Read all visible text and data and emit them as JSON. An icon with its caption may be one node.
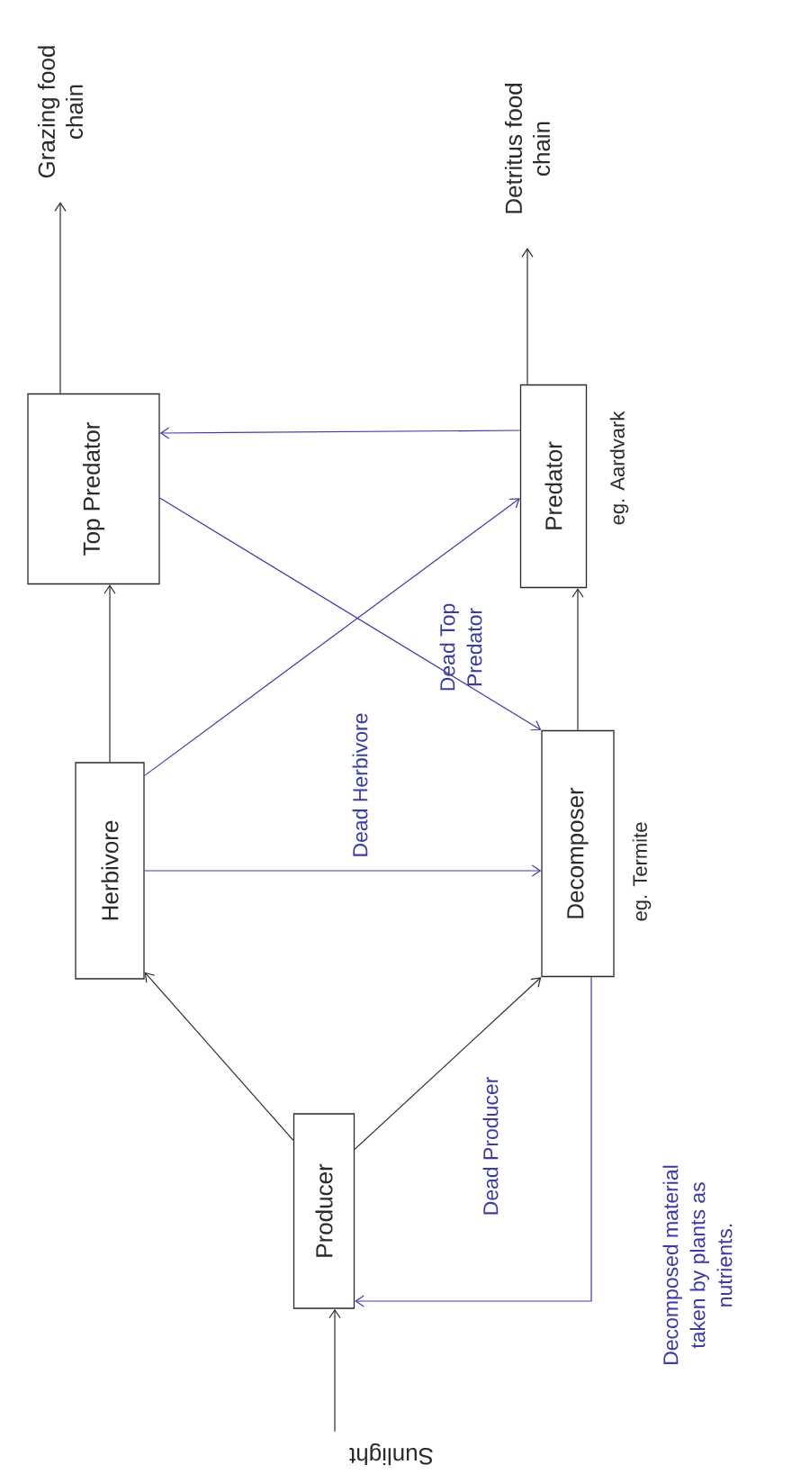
{
  "diagram": {
    "nodes": [
      {
        "text": [
          "Sunlight"
        ]
      },
      {
        "text": [
          "Producer"
        ]
      },
      {
        "text": [
          "Herbivore"
        ]
      },
      {
        "text": [
          "Top Predator"
        ]
      },
      {
        "text": [
          "Decomposer"
        ],
        "beside": [
          "eg. Termite"
        ]
      },
      {
        "text": [
          "Predator"
        ],
        "beside": [
          "eg. Aardvark"
        ]
      },
      {
        "text": [
          "Grazing food chain"
        ]
      },
      {
        "text": [
          "Detritus food chain"
        ]
      }
    ],
    "edges": [
      {
        "from": 0,
        "to": 1,
        "arrow": "to"
      },
      {
        "from": 1,
        "to": 2,
        "arrow": "to"
      },
      {
        "from": 2,
        "to": 3,
        "arrow": "to"
      },
      {
        "from": 3,
        "to": 6,
        "arrow": "to"
      },
      {
        "from": 1,
        "to": 4,
        "arrow": "to",
        "label": "Dead Producer"
      },
      {
        "from": 2,
        "to": 4,
        "arrow": "to",
        "label": "Dead Herbivore",
        "color": "#3b3ba6"
      },
      {
        "from": 2,
        "to": 5,
        "arrow": "to",
        "color": "#3b3ba6"
      },
      {
        "from": 3,
        "to": 4,
        "arrow": "to",
        "label": "Dead Top Predator",
        "color": "#3b3ba6"
      },
      {
        "from": 5,
        "to": 3,
        "arrow": "to",
        "color": "#3b3ba6"
      },
      {
        "from": 4,
        "to": 5,
        "arrow": "to"
      },
      {
        "from": 5,
        "to": 7,
        "arrow": "to"
      },
      {
        "from": 4,
        "to": 1,
        "arrow": "to",
        "label": "Decomposed material taken by plants as nutrients.",
        "color": "#3b3ba6"
      }
    ]
  }
}
